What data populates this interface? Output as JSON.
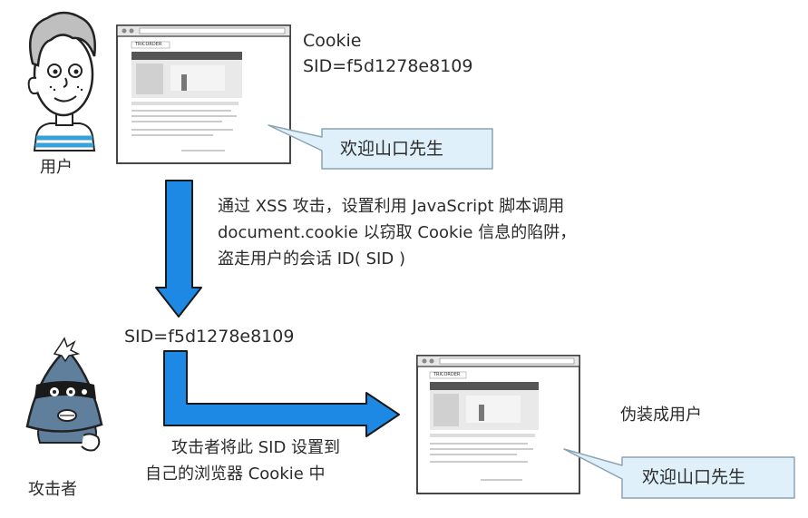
{
  "user": {
    "label": "用户"
  },
  "cookie": {
    "title": "Cookie",
    "sid_line": "SID=f5d1278e8109"
  },
  "user_browser": {
    "brand": "TRICORDER",
    "callout": "欢迎山口先生"
  },
  "attack_step": {
    "line1": "通过 XSS 攻击，设置利用 JavaScript 脚本调用",
    "line2": "document.cookie 以窃取 Cookie 信息的陷阱，",
    "line3": "盗走用户的会话 ID( SID )"
  },
  "stolen_sid": "SID=f5d1278e8109",
  "attacker": {
    "label": "攻击者",
    "action_line1": "攻击者将此 SID 设置到",
    "action_line2": "自己的浏览器 Cookie 中"
  },
  "attacker_browser": {
    "brand": "TRICORDER",
    "callout": "欢迎山口先生"
  },
  "impersonate": {
    "label": "伪装成用户"
  },
  "colors": {
    "arrow": "#1e88e5",
    "arrow_outline": "#1a1a1a",
    "callout_fill": "#dff0fa",
    "callout_stroke": "#8aa3b3",
    "attacker_face": "#5f7f9c"
  }
}
